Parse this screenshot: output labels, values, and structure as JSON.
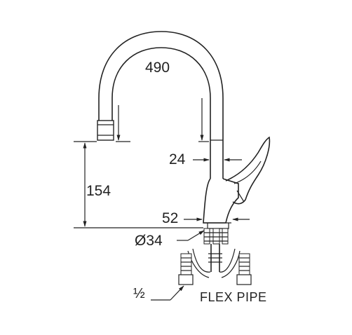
{
  "dimensions": {
    "spout_radius": "490",
    "spout_height": "154",
    "stem_diameter": "24",
    "body_diameter": "52",
    "base_diameter": "Ø34"
  },
  "callouts": {
    "thread_size": "½",
    "hose_label": "FLEX PIPE"
  }
}
